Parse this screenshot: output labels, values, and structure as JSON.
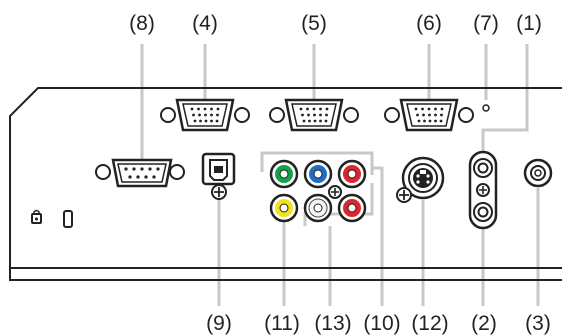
{
  "diagram": {
    "top_labels": {
      "l8": "(8)",
      "l4": "(4)",
      "l5": "(5)",
      "l6": "(6)",
      "l7": "(7)",
      "l1": "(1)"
    },
    "bottom_labels": {
      "l9": "(9)",
      "l11": "(11)",
      "l13": "(13)",
      "l10": "(10)",
      "l12": "(12)",
      "l2": "(2)",
      "l3": "(3)"
    },
    "colors": {
      "panel_stroke": "#222222",
      "leader": "#c8c8c8",
      "green_jack": "#12a24a",
      "blue_jack": "#1c6fc4",
      "red_jack": "#e0242c",
      "yellow_jack": "#f2e21a",
      "white_jack": "#f4f4f4"
    }
  }
}
